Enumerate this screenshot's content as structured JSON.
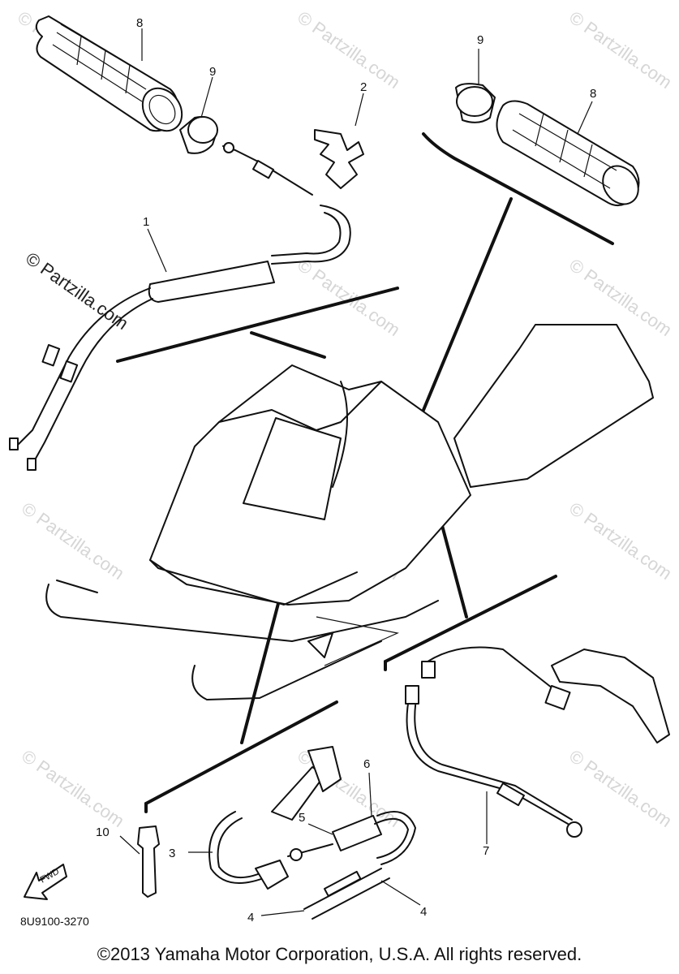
{
  "diagram_code": "8U9100-3270",
  "fwd_label": "FWD",
  "copyright": "©2013 Yamaha Motor Corporation, U.S.A. All rights reserved.",
  "watermark": "© Partzilla.com",
  "callouts": {
    "c1": "1",
    "c2": "2",
    "c3": "3",
    "c4a": "4",
    "c4b": "4",
    "c5": "5",
    "c6": "6",
    "c7": "7",
    "c8a": "8",
    "c8b": "8",
    "c9a": "9",
    "c9b": "9",
    "c10": "10"
  }
}
